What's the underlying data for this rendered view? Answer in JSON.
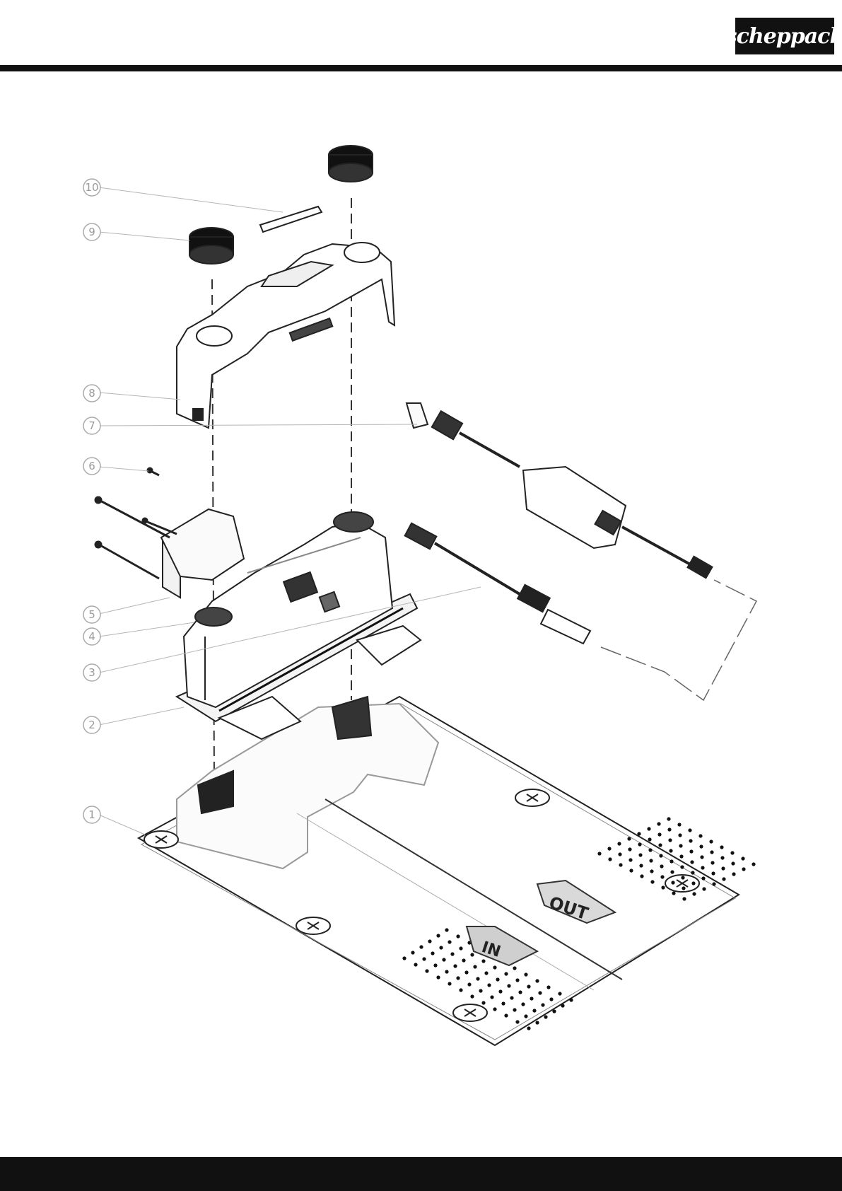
{
  "header": {
    "brand_logo_text": "scheppach"
  },
  "diagram": {
    "callouts": [
      {
        "number": "10"
      },
      {
        "number": "9"
      },
      {
        "number": "8"
      },
      {
        "number": "7"
      },
      {
        "number": "6"
      },
      {
        "number": "5"
      },
      {
        "number": "4"
      },
      {
        "number": "3"
      },
      {
        "number": "2"
      },
      {
        "number": "1"
      }
    ],
    "base_plate_markings": {
      "in_label": "IN",
      "out_label": "OUT"
    }
  }
}
